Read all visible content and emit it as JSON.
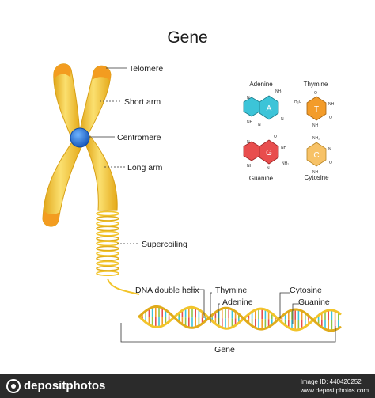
{
  "title": "Gene",
  "chromosome_labels": {
    "telomere": "Telomere",
    "short_arm": "Short arm",
    "centromere": "Centromere",
    "long_arm": "Long arm",
    "supercoiling": "Supercoiling"
  },
  "dna_labels": {
    "double_helix": "DNA double helix",
    "thymine": "Thymine",
    "adenine": "Adenine",
    "cytosine": "Cytosine",
    "guanine": "Guanine",
    "gene": "Gene"
  },
  "bases": {
    "adenine": {
      "name": "Adenine",
      "letter": "A",
      "color": "#3cc4d8"
    },
    "thymine": {
      "name": "Thymine",
      "letter": "T",
      "color": "#f39c2a",
      "methyl": "H₃C"
    },
    "guanine": {
      "name": "Guanine",
      "letter": "G",
      "color": "#e84d4d"
    },
    "cytosine": {
      "name": "Cytosine",
      "letter": "C",
      "color": "#f7c267"
    }
  },
  "atoms": {
    "n": "N",
    "nh": "NH",
    "nh2": "NH₂",
    "o": "O"
  },
  "colors": {
    "chromosome": "#f6c61f",
    "chromosome_dark": "#d99a12",
    "telomere": "#f39c20",
    "centromere": "#1d6fd6",
    "helix": "#f2c42a",
    "base_pair_colors": [
      "#e84d4d",
      "#3cc4d8",
      "#f39c2a",
      "#8bc34a"
    ]
  },
  "footer": {
    "brand": "depositphotos",
    "image_id_label": "Image ID: 440420252",
    "site": "www.depositphotos.com"
  }
}
